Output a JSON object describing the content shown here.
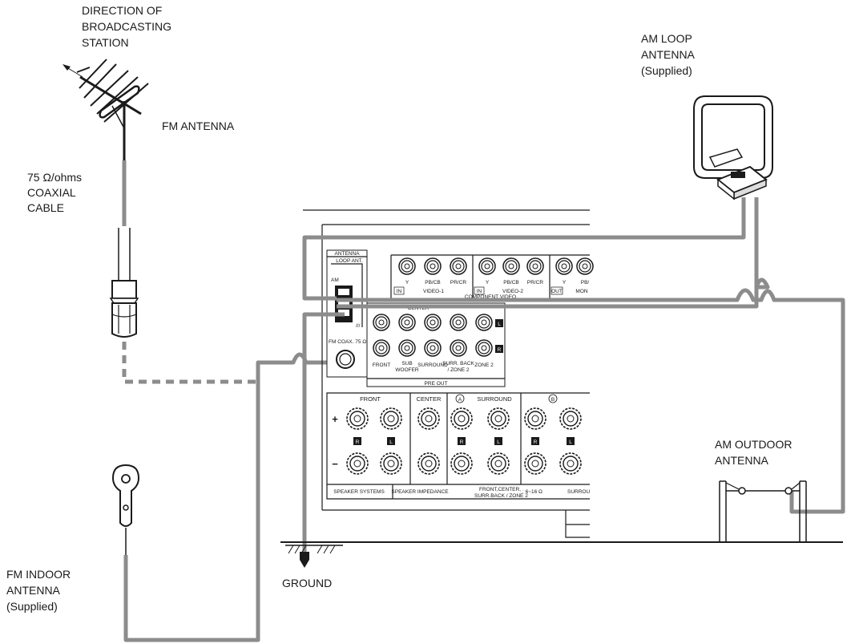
{
  "labels": {
    "direction": [
      "DIRECTION OF",
      "BROADCASTING",
      "STATION"
    ],
    "fm_antenna": "FM ANTENNA",
    "coax": [
      "75 Ω/ohms",
      "COAXIAL",
      "CABLE"
    ],
    "am_loop": [
      "AM LOOP",
      "ANTENNA",
      "(Supplied)"
    ],
    "am_outdoor": [
      "AM OUTDOOR",
      "ANTENNA"
    ],
    "fm_indoor": [
      "FM INDOOR",
      "ANTENNA",
      "(Supplied)"
    ],
    "ground": "GROUND"
  },
  "panel": {
    "antenna_title": "ANTENNA",
    "loop_ant": "LOOP ANT.",
    "am": "AM",
    "fm_coax": "FM COAX. 75 Ω",
    "component_video": "COMPONENT VIDEO",
    "video_jacks": [
      "Y",
      "PB/CB",
      "PR/CR",
      "Y",
      "PB/CB",
      "PR/CR",
      "Y",
      "PB/"
    ],
    "video_groups": [
      "VIDEO-1",
      "VIDEO-2",
      "MON"
    ],
    "video_tags": [
      "IN",
      "IN",
      "OUT"
    ],
    "center": "CENTER",
    "pre_out_labels": [
      "FRONT",
      "SUB",
      "WOOFER",
      "SURROUND",
      "SURR. BACK",
      "/ ZONE 2",
      "ZONE 2"
    ],
    "pre_out": "PRE OUT",
    "l": "L",
    "r": "R",
    "speaker_headers": [
      "FRONT",
      "CENTER",
      "SURROUND"
    ],
    "surround_a": "A",
    "surround_b": "B",
    "plus": "+",
    "minus": "−",
    "speaker_systems": "SPEAKER SYSTEMS",
    "speaker_impedance": "SPEAKER IMPEDANCE",
    "impedance_note": [
      "FRONT,CENTER,",
      "SURR.BACK / ZONE 2"
    ],
    "impedance_value": ": 6~16 Ω",
    "surround_cut": "SURROU"
  }
}
